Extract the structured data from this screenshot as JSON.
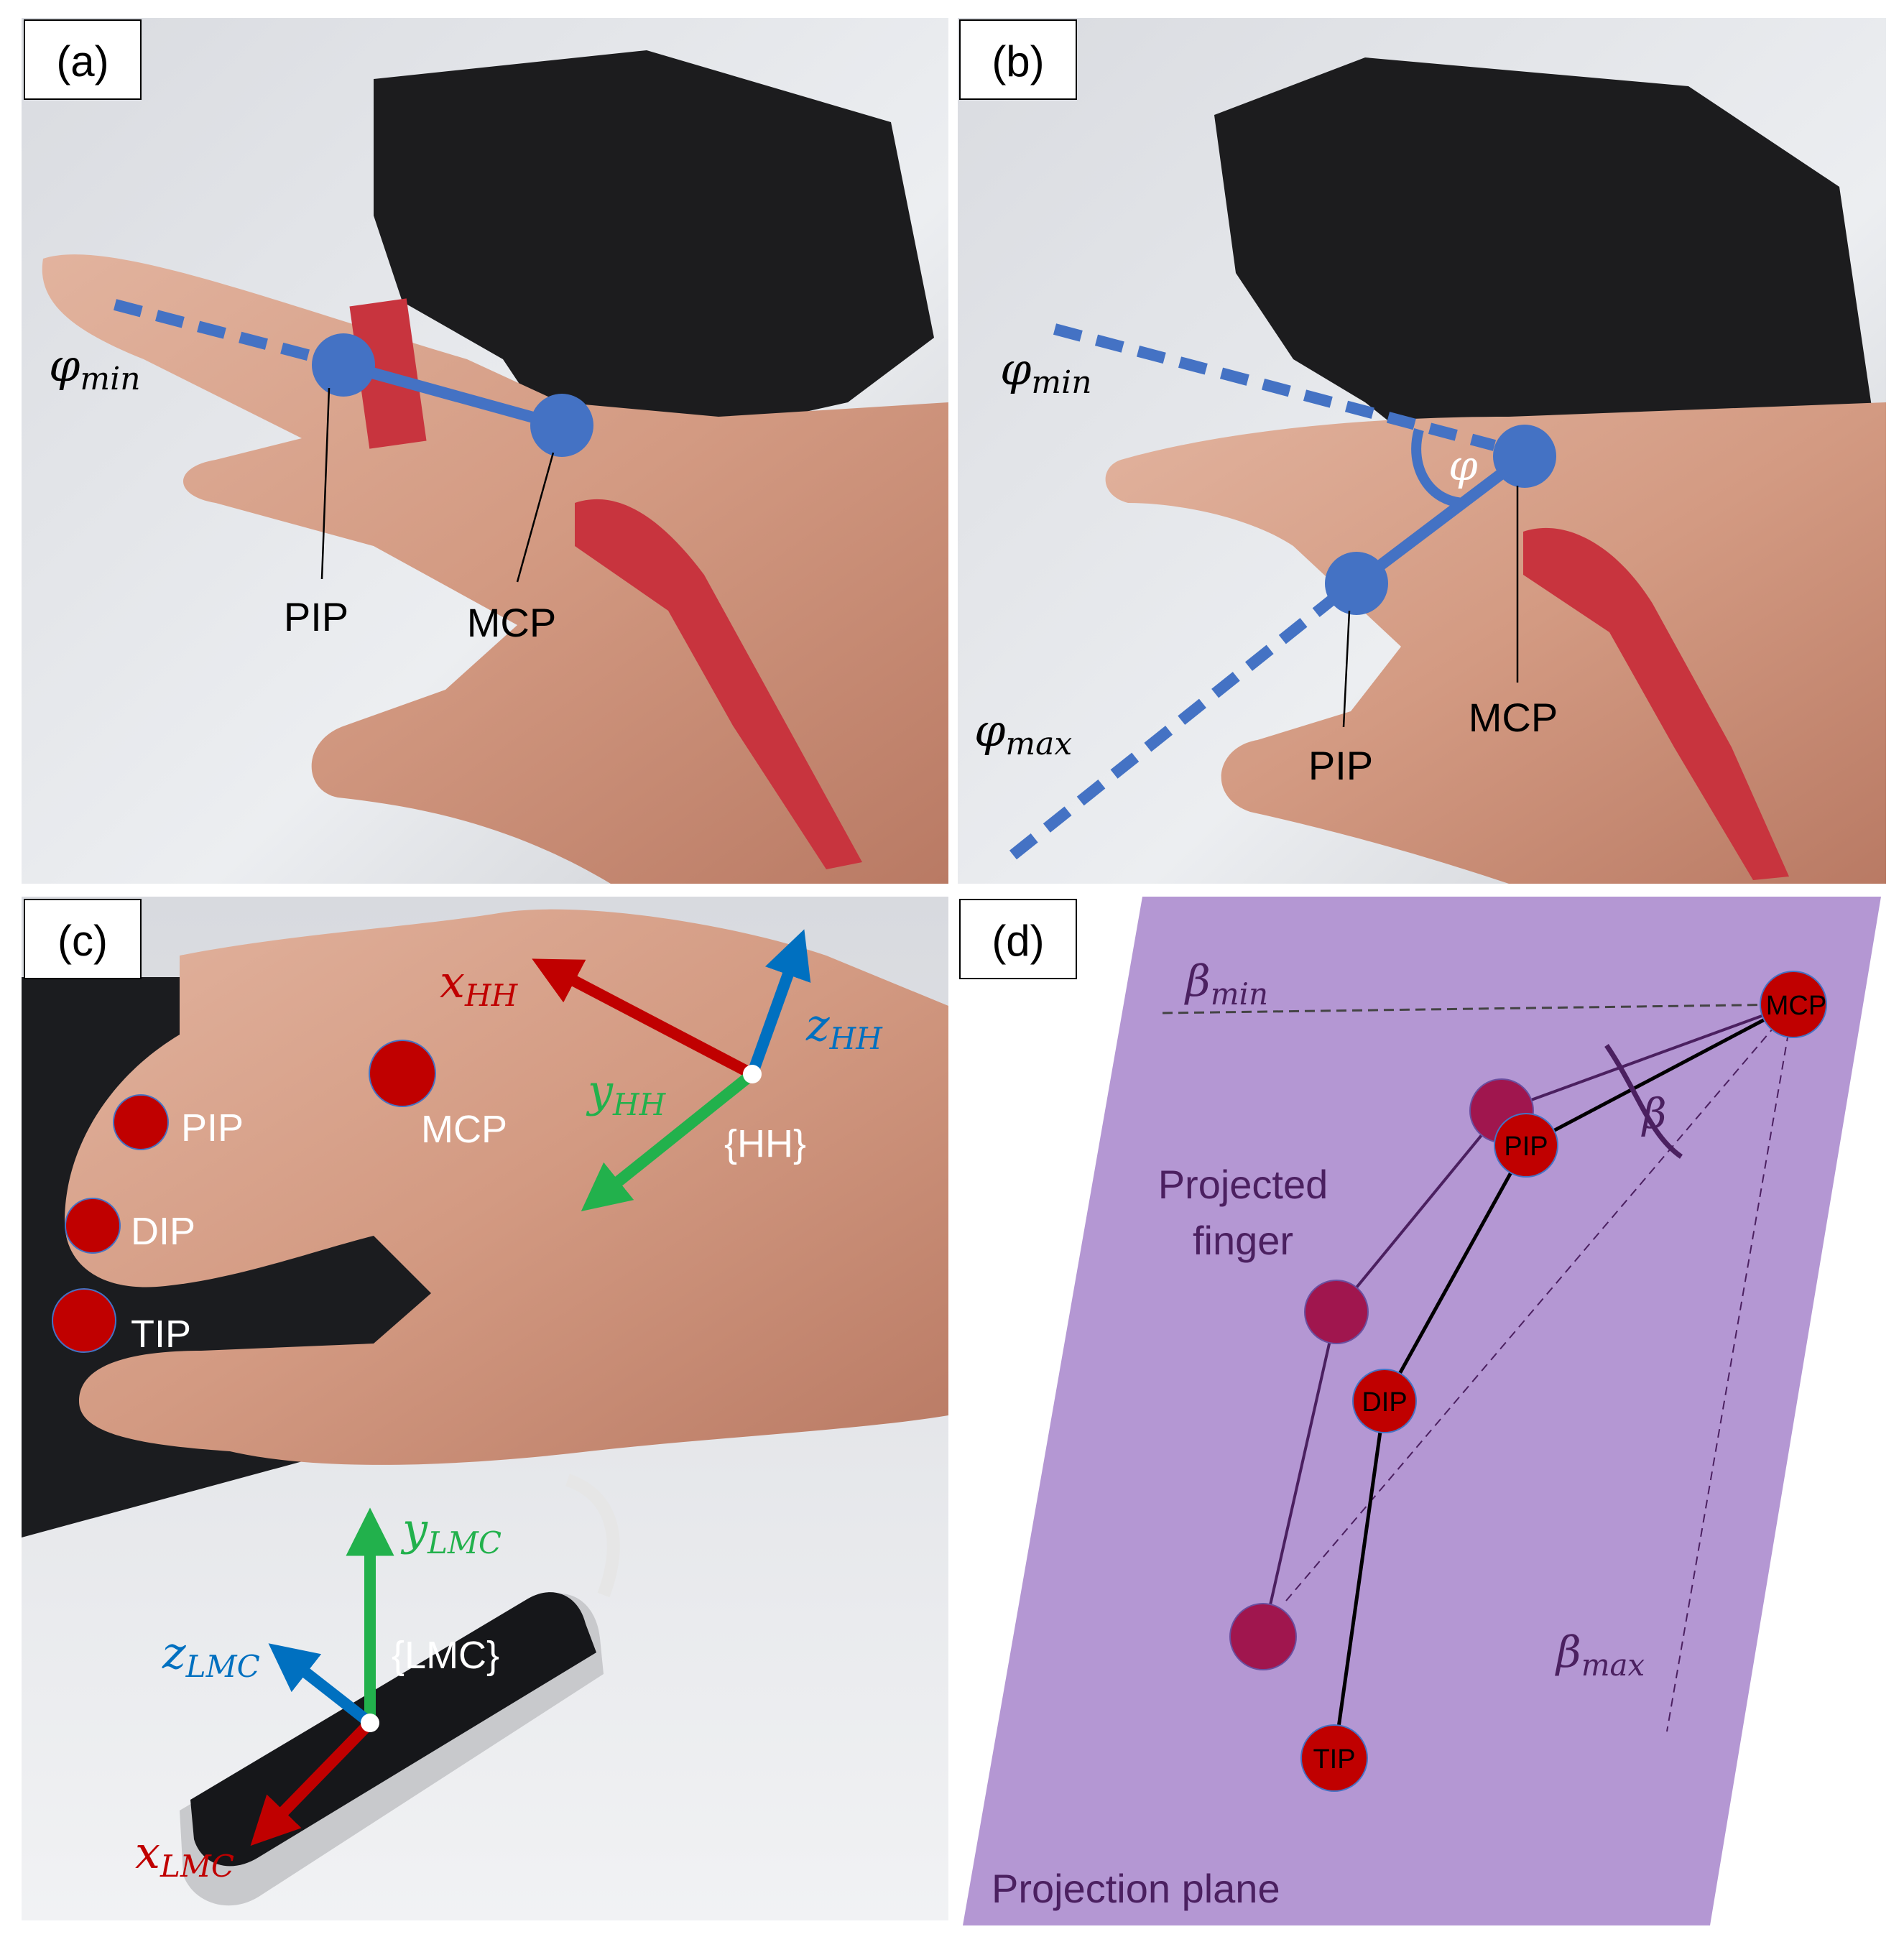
{
  "panel_labels": {
    "a": "(a)",
    "b": "(b)",
    "c": "(c)",
    "d": "(d)"
  },
  "panel_a": {
    "phi_min": {
      "base": "φ",
      "sub": "min"
    },
    "joints": {
      "pip": "PIP",
      "mcp": "MCP"
    }
  },
  "panel_b": {
    "phi_min": {
      "base": "φ",
      "sub": "min"
    },
    "phi_max": {
      "base": "φ",
      "sub": "max"
    },
    "phi": "φ",
    "joints": {
      "pip": "PIP",
      "mcp": "MCP"
    }
  },
  "panel_c": {
    "joints": {
      "pip": "PIP",
      "mcp": "MCP",
      "dip": "DIP",
      "tip": "TIP"
    },
    "hh_frame": {
      "x": {
        "base": "x",
        "sub": "HH"
      },
      "y": {
        "base": "y",
        "sub": "HH"
      },
      "z": {
        "base": "z",
        "sub": "HH"
      },
      "origin": "{HH}"
    },
    "lmc_frame": {
      "x": {
        "base": "x",
        "sub": "LMC"
      },
      "y": {
        "base": "y",
        "sub": "LMC"
      },
      "z": {
        "base": "z",
        "sub": "LMC"
      },
      "origin": "{LMC}"
    }
  },
  "panel_d": {
    "beta_min": {
      "base": "β",
      "sub": "min"
    },
    "beta_max": {
      "base": "β",
      "sub": "max"
    },
    "beta": "β",
    "joints": {
      "mcp": "MCP",
      "pip": "PIP",
      "dip": "DIP",
      "tip": "TIP"
    },
    "projected_finger": [
      "Projected",
      "finger"
    ],
    "projection_plane": "Projection plane"
  },
  "colors": {
    "joint_blue": "#4472c4",
    "joint_red": "#c00000",
    "projected_joint": "#a0164e",
    "plane": "#b497d3",
    "axis_red": "#c00000",
    "axis_green": "#22b14c",
    "axis_blue": "#0070c0",
    "dark_purple": "#4b2060"
  }
}
